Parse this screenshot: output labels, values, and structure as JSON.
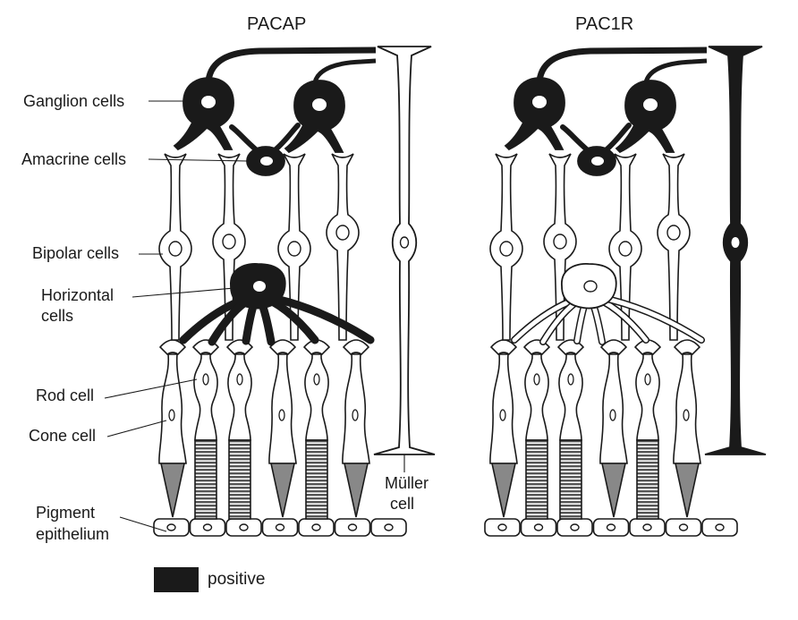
{
  "panels": [
    {
      "title": "PACAP",
      "positive": {
        "ganglion": true,
        "amacrine": true,
        "horizontal": true,
        "muller": false
      }
    },
    {
      "title": "PAC1R",
      "positive": {
        "ganglion": true,
        "amacrine": true,
        "horizontal": false,
        "muller": true
      }
    }
  ],
  "labels": {
    "ganglion": "Ganglion cells",
    "amacrine": "Amacrine cells",
    "bipolar": "Bipolar cells",
    "horizontal_1": "Horizontal",
    "horizontal_2": "cells",
    "rod": "Rod cell",
    "cone": "Cone cell",
    "pigment_1": "Pigment",
    "pigment_2": "epithelium",
    "muller_1": "Müller",
    "muller_2": "cell"
  },
  "legend": {
    "label": "positive"
  },
  "colors": {
    "positive": "#1a1a1a",
    "negative": "#ffffff",
    "stroke": "#1a1a1a",
    "outer_segment": "#888888"
  }
}
